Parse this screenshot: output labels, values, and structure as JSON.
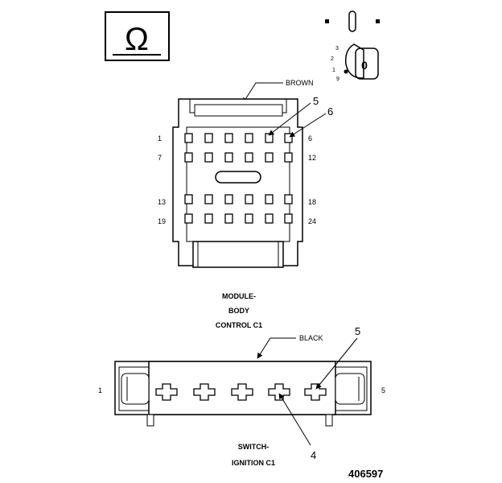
{
  "symbols": {
    "omega": "Ω",
    "key_position": "0",
    "switch_positions": [
      "3",
      "2",
      "1",
      "9"
    ]
  },
  "connector_c1_body": {
    "color_label": "BROWN",
    "pin_row1_left": "1",
    "pin_row1_right": "6",
    "pin_row2_left": "7",
    "pin_row2_right": "12",
    "pin_row3_left": "13",
    "pin_row3_right": "18",
    "pin_row4_left": "19",
    "pin_row4_right": "24",
    "callout_a": "5",
    "callout_b": "6",
    "title_line1": "MODULE-",
    "title_line2": "BODY",
    "title_line3": "CONTROL C1"
  },
  "connector_c1_switch": {
    "color_label": "BLACK",
    "pin_left": "1",
    "pin_right": "5",
    "callout_a": "5",
    "callout_b": "4",
    "title_line1": "SWITCH-",
    "title_line2": "IGNITION C1"
  },
  "figure_number": "406597"
}
